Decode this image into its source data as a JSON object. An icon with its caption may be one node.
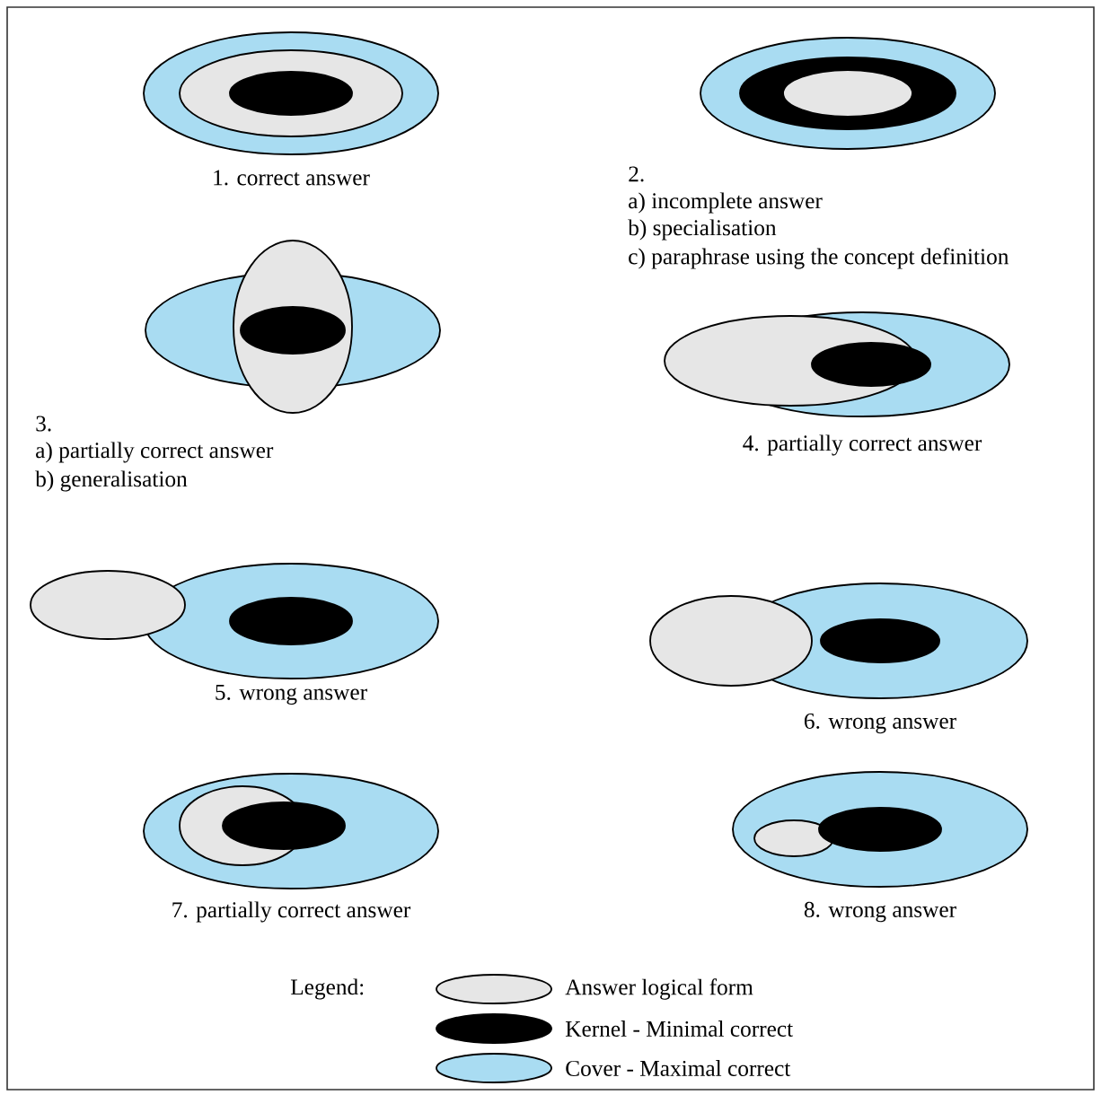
{
  "diagram": {
    "labels": [
      "1. correct answer",
      "2.",
      "a) incomplete answer",
      "b) specialisation",
      "c) paraphrase using the concept definition",
      "3.",
      "a) partially correct answer",
      "b) generalisation",
      "4. partially correct answer",
      "5. wrong answer",
      "6. wrong answer",
      "7. partially correct answer",
      "8. wrong answer",
      "Legend:"
    ],
    "legend": [
      {
        "text": "Answer logical form",
        "color": "#e6e6e6"
      },
      {
        "text": "Kernel - Minimal correct",
        "color": "#000000"
      },
      {
        "text": "Cover - Maximal correct",
        "color": "#a9dcf2"
      }
    ]
  }
}
